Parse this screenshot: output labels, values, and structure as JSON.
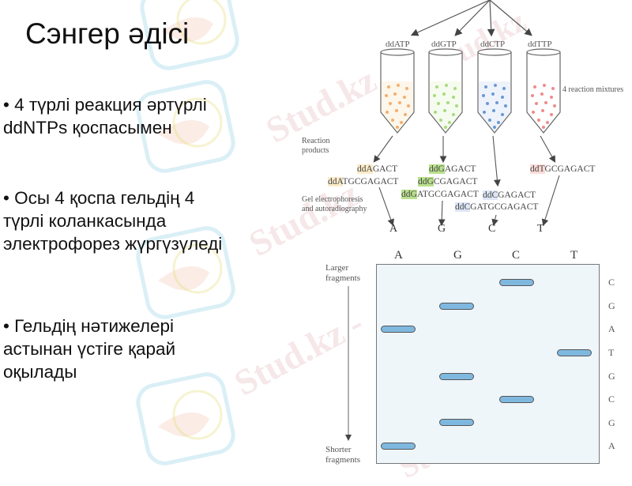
{
  "slide": {
    "title": "Сэнгер әдісі",
    "bullets": [
      {
        "lines": [
          "• 4 түрлі реакция әртүрлі",
          "ddNTPs қоспасымен"
        ]
      },
      {
        "lines": [
          "• Осы 4 қоспа гельдің 4",
          "түрлі коланкасында",
          "электрофорез жүргүзүледі"
        ]
      },
      {
        "lines": [
          "• Гельдің нәтижелері",
          "астынан үстіге қарай",
          "оқылады"
        ]
      }
    ]
  },
  "watermark": {
    "text": "Stud.kz",
    "dash_text": "Stud.kz -"
  },
  "diagram": {
    "tubes": [
      {
        "label": "ddATP",
        "dot_color": "#f2a35a"
      },
      {
        "label": "ddGTP",
        "dot_color": "#9fd873"
      },
      {
        "label": "ddCTP",
        "dot_color": "#5d8fd0"
      },
      {
        "label": "ddTTP",
        "dot_color": "#ee7f7f"
      }
    ],
    "mixtures_label": "4 reaction mixtures",
    "reaction_products_label": [
      "Reaction",
      "products"
    ],
    "gel_electrophoresis_label": [
      "Gel electrophoresis",
      "and autoradiography"
    ],
    "products": {
      "A": [
        {
          "prefix": "ddA",
          "rest": "GACT"
        },
        {
          "prefix": "ddA",
          "rest": "TGCGAGACT"
        }
      ],
      "G": [
        {
          "prefix": "ddG",
          "rest": "AGACT"
        },
        {
          "prefix": "ddG",
          "rest": "CGAGACT"
        },
        {
          "prefix": "ddG",
          "rest": "ATGCGAGACT"
        }
      ],
      "C": [
        {
          "prefix": "ddC",
          "rest": "GAGACT"
        },
        {
          "prefix": "ddC",
          "rest": "GATGCGAGACT"
        }
      ],
      "T": [
        {
          "prefix": "ddT",
          "rest": "GCGAGACT"
        }
      ]
    },
    "lane_letters": [
      "A",
      "G",
      "C",
      "T"
    ],
    "gel": {
      "lane_headers": [
        "A",
        "G",
        "C",
        "T"
      ],
      "larger_label": [
        "Larger",
        "fragments"
      ],
      "shorter_label": [
        "Shorter",
        "fragments"
      ],
      "bands": [
        {
          "lane": "C",
          "row": 1
        },
        {
          "lane": "G",
          "row": 2
        },
        {
          "lane": "A",
          "row": 3
        },
        {
          "lane": "T",
          "row": 4
        },
        {
          "lane": "G",
          "row": 5
        },
        {
          "lane": "C",
          "row": 6
        },
        {
          "lane": "G",
          "row": 7
        },
        {
          "lane": "A",
          "row": 8
        }
      ],
      "readout": [
        "C",
        "G",
        "A",
        "T",
        "G",
        "C",
        "G",
        "A"
      ],
      "band_color": "#7fb8df",
      "gel_background": "#eef6fa"
    }
  }
}
